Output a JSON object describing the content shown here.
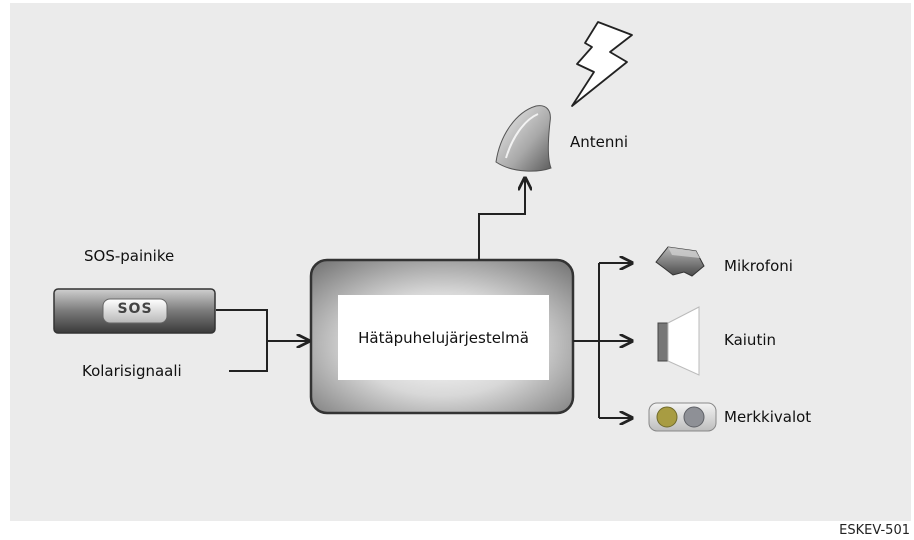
{
  "diagram": {
    "central_system": "Hätäpuhelujärjestelmä",
    "inputs": {
      "sos_button_caption": "SOS-painike",
      "sos_button_text": "SOS",
      "crash_signal": "Kolarisignaali"
    },
    "outputs": {
      "antenna": "Antenni",
      "microphone": "Mikrofoni",
      "speaker": "Kaiutin",
      "indicator_lights": "Merkkivalot"
    },
    "figure_code": "ESKEV-501"
  },
  "colors": {
    "panel_bg": "#ebebeb",
    "line": "#222222",
    "indicator_yellow": "#a89c42",
    "indicator_grey": "#8e9096"
  }
}
